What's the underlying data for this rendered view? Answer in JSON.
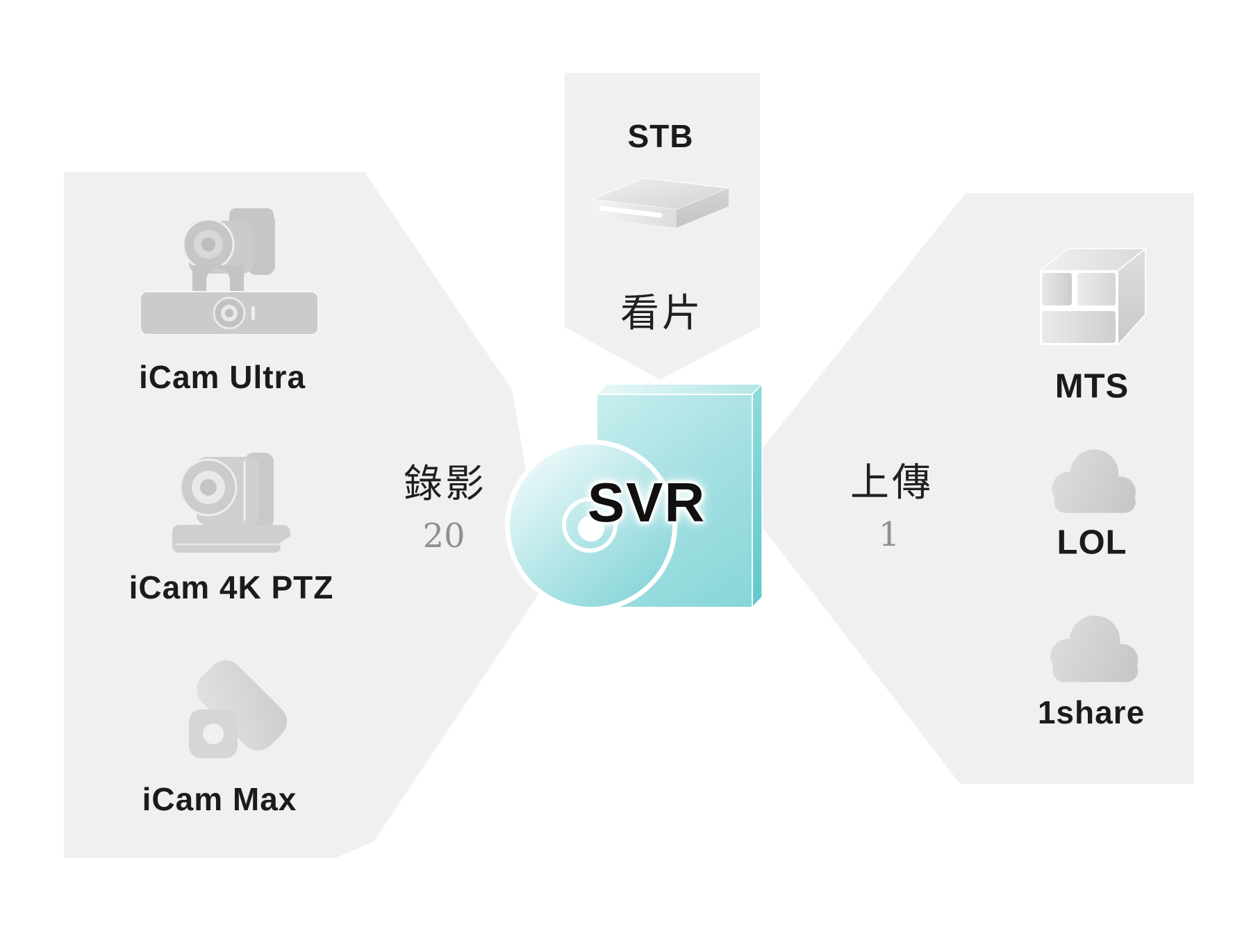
{
  "cameras_panel": {
    "items": [
      {
        "label": "iCam Ultra"
      },
      {
        "label": "iCam 4K PTZ"
      },
      {
        "label": "iCam Max"
      }
    ]
  },
  "stb_panel": {
    "device_label": "STB",
    "action_label": "看片"
  },
  "destinations_panel": {
    "items": [
      {
        "label": "MTS"
      },
      {
        "label": "LOL"
      },
      {
        "label": "1share"
      }
    ]
  },
  "server": {
    "label": "SVR"
  },
  "flows": {
    "record": {
      "label": "錄影",
      "count": "20"
    },
    "upload": {
      "label": "上傳",
      "count": "1"
    }
  },
  "colors": {
    "panel_gray": "#f0f0f0",
    "icon_gray": "#cccccc",
    "teal_front": "#9bdcdf",
    "teal_side": "#63cace",
    "count_gray": "#8f8f8f",
    "text_black": "#1b1b1b"
  }
}
